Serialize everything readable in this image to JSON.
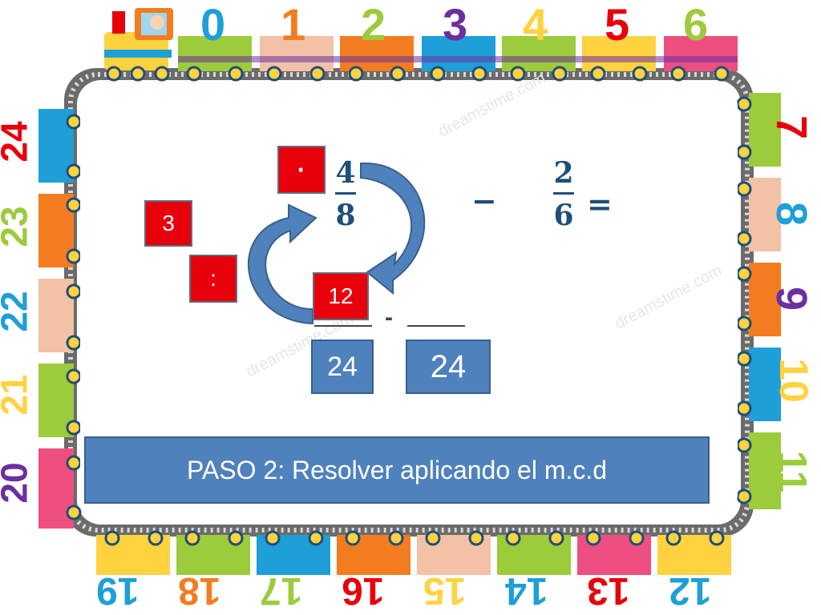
{
  "top_digits": [
    "0",
    "1",
    "2",
    "3",
    "4",
    "5",
    "6"
  ],
  "right_digits": [
    "7",
    "8",
    "9",
    "10",
    "11"
  ],
  "bottom_digits": [
    "19",
    "18",
    "17",
    "16",
    "15",
    "14",
    "13",
    "12"
  ],
  "left_digits": [
    "24",
    "23",
    "22",
    "21",
    "20"
  ],
  "equation": {
    "frac1_num": "4",
    "frac1_den": "8",
    "minus": "−",
    "frac2_num": "2",
    "frac2_den": "6",
    "equals": "="
  },
  "boxes": {
    "dot": "·",
    "three": "3",
    "colon": ":",
    "twelve": "12",
    "den_left": "24",
    "den_right": "24",
    "small_minus": "-"
  },
  "banner": "PASO 2: Resolver aplicando el m.c.d",
  "watermark": "dreamstime.com",
  "colors": {
    "red": "#e8000b",
    "blue_box": "#4f81bd",
    "navy": "#1f4e79",
    "arrow": "#4f81bd"
  }
}
